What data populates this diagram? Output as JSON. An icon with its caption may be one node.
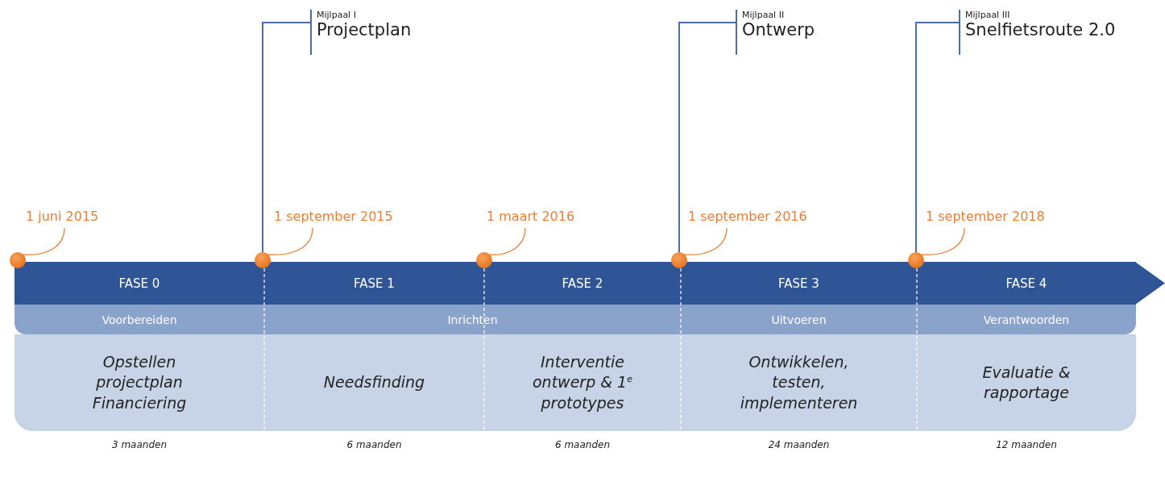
{
  "diagram": {
    "nodes": [
      {
        "text": [
          "FASE 0"
        ]
      },
      {
        "text": [
          "FASE 1"
        ]
      },
      {
        "text": [
          "FASE 2"
        ]
      },
      {
        "text": [
          "FASE 3"
        ]
      },
      {
        "text": [
          "FASE 4"
        ]
      },
      {
        "text": [
          "Voorbereiden"
        ]
      },
      {
        "text": [
          "Inrichten"
        ]
      },
      {
        "text": [
          "Uitvoeren"
        ]
      },
      {
        "text": [
          "Verantwoorden"
        ]
      },
      {
        "text": [
          "Opstellen projectplan Financiering"
        ],
        "beside": [
          "3 maanden"
        ]
      },
      {
        "text": [
          "Needsfinding"
        ],
        "beside": [
          "6 maanden"
        ]
      },
      {
        "text": [
          "Interventie ontwerp & 1$^{e}$ prototypes"
        ],
        "beside": [
          "6 maanden"
        ]
      },
      {
        "text": [
          "Ontwikkelen, testen, implementeren"
        ],
        "beside": [
          "24 maanden"
        ]
      },
      {
        "text": [
          "Evaluatie & rapportage"
        ],
        "beside": [
          "12 maanden"
        ]
      },
      {
        "text": [],
        "shape": "circle"
      },
      {
        "text": [],
        "shape": "circle"
      },
      {
        "text": [],
        "shape": "circle"
      },
      {
        "text": [],
        "shape": "circle"
      },
      {
        "text": [],
        "shape": "circle"
      },
      {
        "text": [
          "1 juni 2015"
        ]
      },
      {
        "text": [
          "1 september 2015"
        ]
      },
      {
        "text": [
          "1 maart 2016"
        ]
      },
      {
        "text": [
          "1 september 2016"
        ]
      },
      {
        "text": [
          "1 september 2018"
        ]
      },
      {
        "text": [
          "Mijlpaal I",
          "Projectplan"
        ]
      },
      {
        "text": [
          "Mijlpaal II",
          "Ontwerp"
        ]
      },
      {
        "text": [
          "Mijlpaal III",
          "Snelfietsroute 2.0"
        ]
      }
    ],
    "edges": [
      {
        "from": 19,
        "to": 14,
        "arrow": "none"
      },
      {
        "from": 20,
        "to": 15,
        "arrow": "none"
      },
      {
        "from": 21,
        "to": 16,
        "arrow": "none"
      },
      {
        "from": 22,
        "to": 17,
        "arrow": "none"
      },
      {
        "from": 23,
        "to": 18,
        "arrow": "none"
      },
      {
        "from": 24,
        "to": 15,
        "arrow": "none",
        "color": "#4a6fa5"
      },
      {
        "from": 25,
        "to": 17,
        "arrow": "none",
        "color": "#4a6fa5"
      },
      {
        "from": 26,
        "to": 18,
        "arrow": "none",
        "color": "#4a6fa5"
      }
    ]
  }
}
